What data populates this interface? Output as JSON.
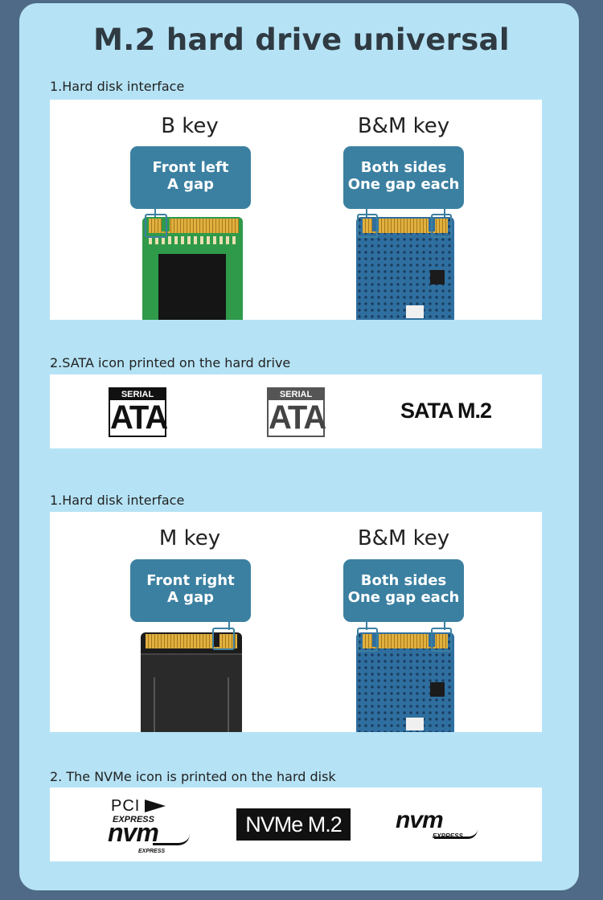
{
  "title": "M.2 hard drive universal",
  "section1": {
    "label": "1.Hard disk interface",
    "left": {
      "key": "B key",
      "line1": "Front left",
      "line2": "A gap"
    },
    "right": {
      "key": "B&M key",
      "line1": "Both sides",
      "line2": "One gap each"
    }
  },
  "section2": {
    "label": "2.SATA icon printed on the hard drive",
    "logo1": {
      "serial": "SERIAL",
      "ata": "ATA"
    },
    "logo2": {
      "serial": "SERIAL",
      "ata": "ATA"
    },
    "logo3": "SATA M.2"
  },
  "section3": {
    "label": "1.Hard disk interface",
    "left": {
      "key": "M key",
      "line1": "Front right",
      "line2": "A gap"
    },
    "right": {
      "key": "B&M key",
      "line1": "Both sides",
      "line2": "One gap each"
    }
  },
  "section4": {
    "label": "2. The NVMe icon is printed on the hard disk",
    "logo1": {
      "pci": "PCI",
      "express": "EXPRESS",
      "nvm": "nvm",
      "nvm_express": "EXPRESS"
    },
    "logo2": "NVMe M.2",
    "logo3": {
      "nvm": "nvm",
      "express": "EXPRESS"
    }
  },
  "colors": {
    "background": "#4e6a86",
    "card": "#b5e3f5",
    "callout": "#3b80a1",
    "pcb_green": "#2f9a4a",
    "pcb_blue": "#2f6fa0"
  }
}
